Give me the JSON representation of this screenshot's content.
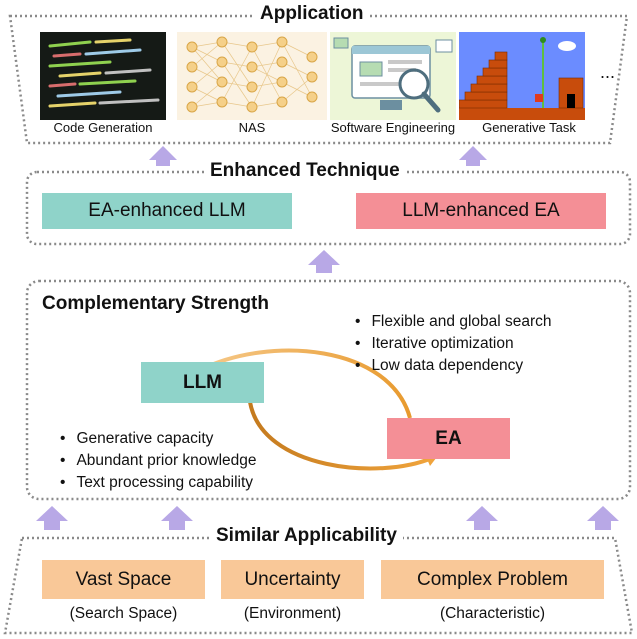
{
  "application": {
    "title": "Application",
    "items": [
      {
        "caption": "Code Generation"
      },
      {
        "caption": "NAS"
      },
      {
        "caption": "Software Engineering"
      },
      {
        "caption": "Generative Task"
      }
    ],
    "more": "..."
  },
  "enhanced": {
    "title": "Enhanced Technique",
    "left": "EA-enhanced LLM",
    "right": "LLM-enhanced EA"
  },
  "complementary": {
    "title": "Complementary Strength",
    "llm": "LLM",
    "ea": "EA",
    "ea_points": [
      "Flexible and global search",
      "Iterative optimization",
      "Low data dependency"
    ],
    "llm_points": [
      "Generative capacity",
      "Abundant prior knowledge",
      "Text processing capability"
    ]
  },
  "similar": {
    "title": "Similar Applicability",
    "items": [
      {
        "label": "Vast Space",
        "sub": "(Search Space)"
      },
      {
        "label": "Uncertainty",
        "sub": "(Environment)"
      },
      {
        "label": "Complex Problem",
        "sub": "(Characteristic)"
      }
    ]
  },
  "colors": {
    "teal": "#8fd3c9",
    "pink": "#f48f96",
    "peach": "#f9c898",
    "arrow": "#b8a8e6",
    "curve": "#f0a43c"
  }
}
